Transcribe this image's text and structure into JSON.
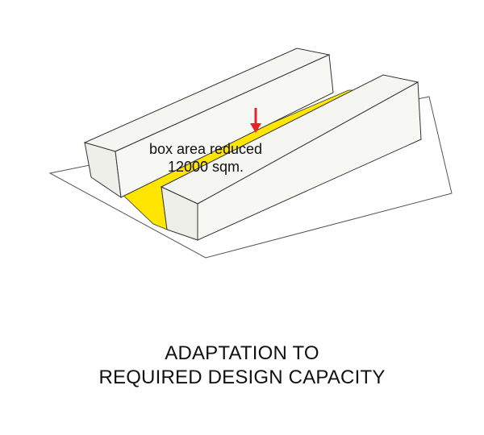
{
  "annotation": {
    "line1": "box area reduced",
    "line2": "12000 sqm."
  },
  "caption": {
    "line1": "ADAPTATION TO",
    "line2": "REQUIRED DESIGN CAPACITY"
  },
  "colors": {
    "highlight": "#ffe600",
    "arrow": "#e8202a",
    "block_face": "#f5f5f2",
    "outline": "#333333"
  }
}
